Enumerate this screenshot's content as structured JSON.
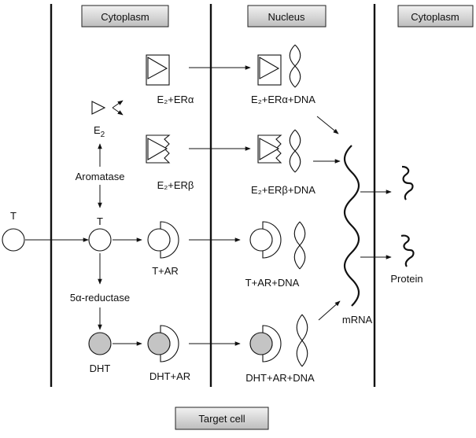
{
  "regions": {
    "left": "Cytoplasm",
    "middle": "Nucleus",
    "right": "Cytoplasm",
    "bottom": "Target cell"
  },
  "labels": {
    "t_outside": "T",
    "e2": "E",
    "e2_sub": "2",
    "aromatase": "Aromatase",
    "t_inside": "T",
    "five_alpha": "5α-reductase",
    "dht": "DHT",
    "e2_era": "E₂+ERα",
    "e2_erb": "E₂+ERβ",
    "t_ar": "T+AR",
    "dht_ar": "DHT+AR",
    "e2_era_dna": "E₂+ERα+DNA",
    "e2_erb_dna": "E₂+ERβ+DNA",
    "t_ar_dna": "T+AR+DNA",
    "dht_ar_dna": "DHT+AR+DNA",
    "mrna": "mRNA",
    "protein": "Protein"
  }
}
